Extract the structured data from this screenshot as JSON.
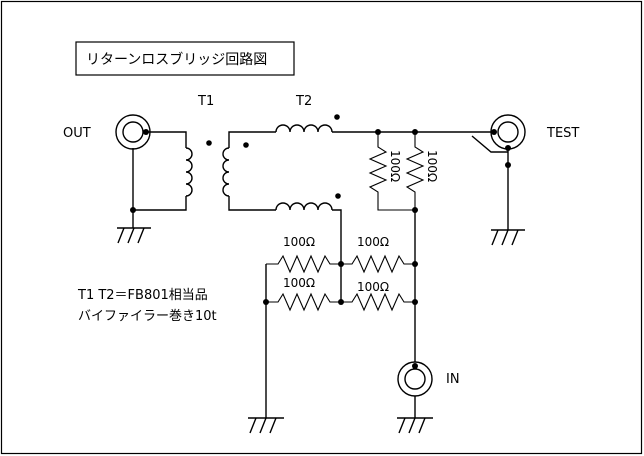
{
  "title": "リターンロスブリッジ回路図",
  "labels": {
    "out": "OUT",
    "test": "TEST",
    "in": "IN",
    "t1": "T1",
    "t2": "T2",
    "r_vertical_left": "100Ω",
    "r_vertical_right": "100Ω",
    "r_top_left": "100Ω",
    "r_top_right": "100Ω",
    "r_bottom_left": "100Ω",
    "r_bottom_right": "100Ω"
  },
  "notes": {
    "line1": "T1  T2＝FB801相当品",
    "line2": "バイファイラー巻き10t"
  },
  "colors": {
    "ink": "#000000",
    "background": "#ffffff"
  },
  "icons": {
    "connector": "bnc-connector-icon",
    "ground": "ground-symbol-icon",
    "resistor": "resistor-symbol-icon",
    "inductor": "inductor-coil-icon"
  }
}
